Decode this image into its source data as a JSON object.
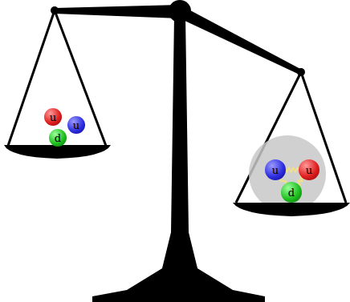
{
  "diagram": {
    "nodes": [
      {
        "text": [
          "u"
        ]
      },
      {
        "text": [
          "u"
        ]
      },
      {
        "text": [
          "d"
        ]
      },
      {
        "text": [
          "u"
        ]
      },
      {
        "text": [
          "u"
        ]
      },
      {
        "text": [
          "d"
        ]
      }
    ],
    "edges": [
      {
        "from": 3,
        "to": 4,
        "arrow": "none"
      },
      {
        "from": 3,
        "to": 5,
        "arrow": "none"
      },
      {
        "from": 4,
        "to": 5,
        "arrow": "none"
      }
    ]
  }
}
